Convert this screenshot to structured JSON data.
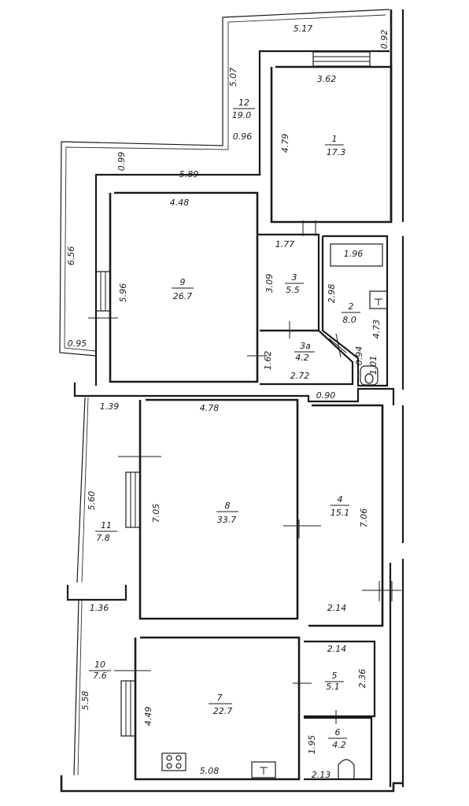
{
  "rooms": [
    {
      "id": "1",
      "area": "17.3"
    },
    {
      "id": "2",
      "area": "8.0"
    },
    {
      "id": "3",
      "area": "5.5"
    },
    {
      "id": "3a",
      "area": "4.2"
    },
    {
      "id": "4",
      "area": "15.1"
    },
    {
      "id": "5",
      "area": "5.1"
    },
    {
      "id": "6",
      "area": "4.2"
    },
    {
      "id": "7",
      "area": "22.7"
    },
    {
      "id": "8",
      "area": "33.7"
    },
    {
      "id": "9",
      "area": "26.7"
    },
    {
      "id": "10",
      "area": "7.6"
    },
    {
      "id": "11",
      "area": "7.8"
    },
    {
      "id": "12",
      "area": "19.0"
    }
  ],
  "dimensions": [
    "5.17",
    "0.92",
    "5.07",
    "3.62",
    "0.96",
    "4.79",
    "0.99",
    "5.89",
    "4.48",
    "6.56",
    "5.96",
    "1.77",
    "1.96",
    "3.09",
    "2.98",
    "4.73",
    "0.95",
    "1.62",
    "0.94",
    "1.01",
    "2.72",
    "0.90",
    "1.39",
    "4.78",
    "5.60",
    "7.05",
    "7.06",
    "1.36",
    "2.14",
    "2.14",
    "2.36",
    "5.58",
    "4.49",
    "1.95",
    "5.08",
    "2.13"
  ]
}
